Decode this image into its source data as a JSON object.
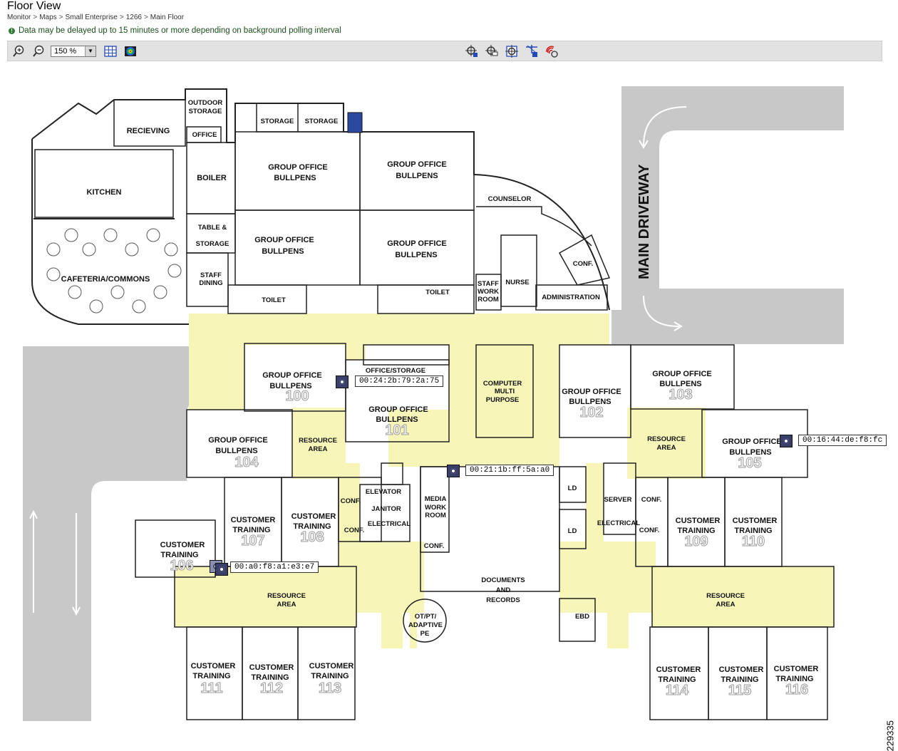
{
  "header": {
    "title": "Floor View",
    "breadcrumb": [
      "Monitor",
      "Maps",
      "Small Enterprise",
      "1266",
      "Main Floor"
    ],
    "notice": "Data may be delayed up to 15 minutes or more depending on background polling interval"
  },
  "toolbar": {
    "zoom_value": "150 %",
    "left_icons": [
      "zoom-in-icon",
      "zoom-out-icon",
      "grid-icon",
      "heatmap-icon"
    ],
    "right_icons": [
      "locate-client-icon",
      "locate-tag-icon",
      "locate-rogue-icon",
      "show-aps-icon",
      "show-interferers-icon"
    ]
  },
  "map": {
    "driveway_label": "MAIN DRIVEWAY",
    "rooms": {
      "receiving": "RECIEVING",
      "outdoor_storage_1": "OUTDOOR",
      "outdoor_storage_2": "STORAGE",
      "office": "OFFICE",
      "kitchen": "KITCHEN",
      "boiler": "BOILER",
      "table": "TABLE &",
      "storage_left": "STORAGE",
      "staff_dining_1": "STAFF",
      "staff_dining_2": "DINING",
      "cafeteria": "CAFETERIA/COMMONS",
      "storage_a": "STORAGE",
      "storage_b": "STORAGE",
      "gob_line1": "GROUP OFFICE",
      "gob_line2": "BULLPENS",
      "toilet": "TOILET",
      "counselor": "COUNSELOR",
      "staff_work_1": "STAFF",
      "staff_work_2": "WORK",
      "staff_work_3": "ROOM",
      "nurse": "NURSE",
      "conf": "CONF.",
      "administration": "ADMINISTRATION",
      "office_storage": "OFFICE/STORAGE",
      "computer_1": "COMPUTER",
      "computer_2": "MULTI",
      "computer_3": "PURPOSE",
      "resource_1": "RESOURCE",
      "resource_2": "AREA",
      "ct_line1": "CUSTOMER",
      "ct_line2": "TRAINING",
      "elevator": "ELEVATOR",
      "janitor": "JANITOR",
      "electrical": "ELECTRICAL",
      "media_1": "MEDIA",
      "media_2": "WORK",
      "media_3": "ROOM",
      "ld": "LD",
      "server": "SERVER",
      "documents_1": "DOCUMENTS",
      "documents_2": "AND",
      "documents_3": "RECORDS",
      "otpt_1": "OT/PT/",
      "otpt_2": "ADAPTIVE",
      "otpt_3": "PE",
      "ebd": "EBD"
    },
    "room_numbers": [
      "100",
      "101",
      "102",
      "103",
      "104",
      "105",
      "106",
      "107",
      "108",
      "109",
      "110",
      "111",
      "112",
      "113",
      "114",
      "115",
      "116"
    ],
    "devices": [
      {
        "mac": "00:24:2b:79:2a:75"
      },
      {
        "mac": "00:16:44:de:f8:fc"
      },
      {
        "mac": "00:21:1b:ff:5a:a0"
      },
      {
        "mac": "00:a0:f8:a1:e3:e7"
      }
    ],
    "figure_id": "229335"
  },
  "colors": {
    "corridor": "#f7f5b8",
    "road": "#c8c8c8",
    "wall": "#222222",
    "toolbar": "#e2e2e2",
    "ap": "#3a3f6a"
  }
}
